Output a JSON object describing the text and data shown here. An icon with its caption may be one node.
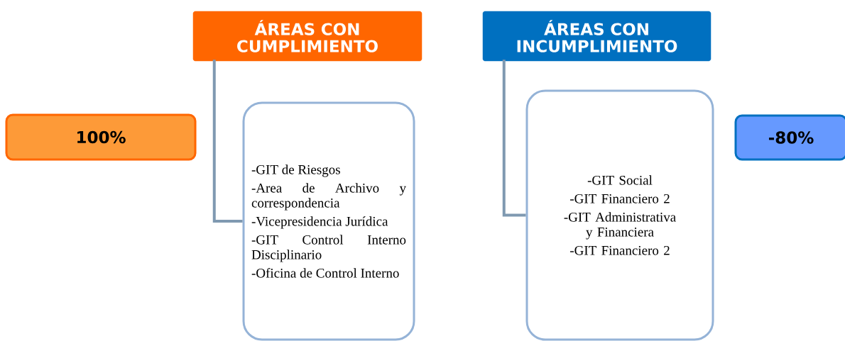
{
  "diagram": {
    "nodes": [
      {
        "text": [
          "100%"
        ]
      },
      {
        "text": [
          "ÁREAS CON CUMPLIMIENTO"
        ]
      },
      {
        "text": [
          "-GIT de Riesgos",
          "-Area de Archivo y correspondencia",
          "-Vicepresidencia Jurídica",
          "-GIT Control Interno Disciplinario",
          "-Oficina de Control Interno"
        ]
      },
      {
        "text": [
          "ÁREAS CON INCUMPLIMIENTO"
        ]
      },
      {
        "text": [
          "-GIT Social",
          "-GIT Financiero 2",
          "-GIT Administrativa y Financiera",
          "-GIT Financiero 2"
        ]
      },
      {
        "text": [
          "-80%"
        ]
      }
    ],
    "edges": [
      {
        "from": 1,
        "to": 2,
        "arrow": "none"
      },
      {
        "from": 3,
        "to": 4,
        "arrow": "none"
      }
    ]
  }
}
